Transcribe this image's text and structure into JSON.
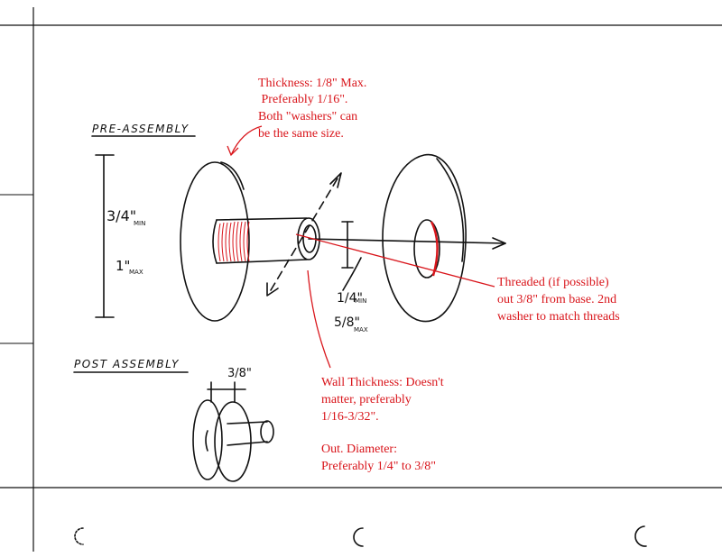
{
  "labels": {
    "pre_assembly": "PRE-ASSEMBLY",
    "post_assembly": "POST ASSEMBLY",
    "dim_min_value": "3/4\"",
    "dim_min_suffix": "MIN",
    "dim_max_value": "1\"",
    "dim_max_suffix": "MAX",
    "post_dim": "3/8\"",
    "stud_min_value": "1/4\"",
    "stud_min_suffix": "MIN",
    "stud_max_value": "5/8\"",
    "stud_max_suffix": "MAX"
  },
  "notes": {
    "thickness": [
      "Thickness: 1/8\" Max.",
      " Preferably 1/16\".",
      "Both \"washers\" can",
      "be the same size."
    ],
    "threaded": [
      "Threaded (if possible)",
      "out 3/8\" from base. 2nd",
      "washer to match threads"
    ],
    "wall": [
      "Wall Thickness: Doesn't",
      "matter, preferably",
      "1/16-3/32\"."
    ],
    "diameter": [
      "Out. Diameter:",
      "Preferably 1/4\" to 3/8\""
    ]
  },
  "colors": {
    "annotation": "#d9151b",
    "ink": "#111111",
    "paper": "#ffffff"
  }
}
